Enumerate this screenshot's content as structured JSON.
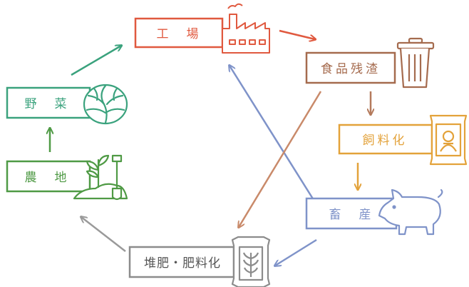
{
  "nodes": {
    "factory": {
      "label": "工　場",
      "color": "#e0593f"
    },
    "food_waste": {
      "label": "食品残渣",
      "color": "#a56b4e"
    },
    "feed": {
      "label": "飼料化",
      "color": "#e3a23a"
    },
    "livestock": {
      "label": "畜　産",
      "color": "#7f93c9"
    },
    "compost": {
      "label": "堆肥・肥料化",
      "color": "#8c8c8c"
    },
    "farmland": {
      "label": "農　地",
      "color": "#4f9a45"
    },
    "vegetables": {
      "label": "野　菜",
      "color": "#3aa27d"
    }
  },
  "colors": {
    "factory_to_waste": "#e0593f",
    "waste_to_feed": "#b47a5c",
    "feed_to_livestock": "#e3a23a",
    "livestock_to_compost": "#7f93c9",
    "livestock_to_factory": "#7f93c9",
    "waste_to_compost": "#c98a6a",
    "compost_to_farmland": "#9a9a9a",
    "farmland_to_vegetables": "#4f9a45",
    "vegetables_to_factory": "#3aa27d"
  },
  "icons": [
    "factory-icon",
    "trash-can-icon",
    "feed-bag-icon",
    "pig-icon",
    "fertilizer-bag-icon",
    "sprout-shovel-icon",
    "cabbage-icon"
  ]
}
